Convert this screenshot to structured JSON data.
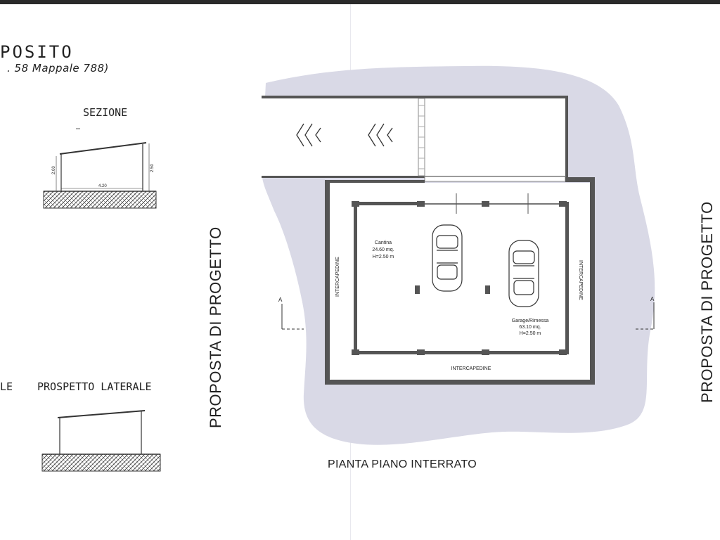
{
  "header": {
    "title_fragment": "POSITO",
    "subtitle_fragment": ". 58  Mappale 788)"
  },
  "section_drawing": {
    "title": "SEZIONE",
    "dim_left": "2.00",
    "dim_right": "2.50",
    "dim_width": "4.20"
  },
  "elevation_drawing": {
    "title": "PROSPETTO LATERALE",
    "left_fragment": "LE"
  },
  "vertical_labels": {
    "left": "PROPOSTA DI PROGETTO",
    "right": "PROPOSTA DI PROGETTO"
  },
  "plan": {
    "caption": "PIANTA PIANO INTERRATO",
    "rooms": {
      "cantina": {
        "name": "Cantina",
        "area": "24.60 mq.",
        "height": "H=2.50 m"
      },
      "garage": {
        "name": "Garage/Rimessa",
        "area": "63.10 mq.",
        "height": "H=2.50 m"
      }
    },
    "intercapedine_left": "INTERCAPEDINE",
    "intercapedine_right": "INTERCAPEDINE",
    "intercapedine_bottom": "INTERCAPEDINE",
    "section_mark_left": "A",
    "section_mark_right": "A"
  },
  "colors": {
    "ground_shade": "#d9d9e6",
    "wall": "#4a4a4a",
    "line": "#333333"
  }
}
